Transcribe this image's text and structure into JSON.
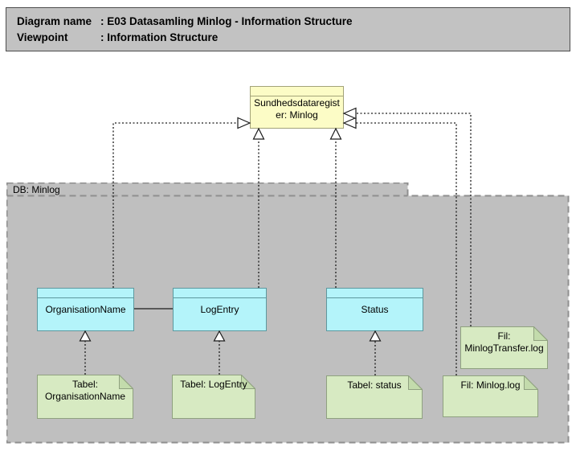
{
  "header": {
    "rows": [
      {
        "label": "Diagram name",
        "colon": ":",
        "value": "E03 Datasamling Minlog - Information Structure"
      },
      {
        "label": "Viewpoint",
        "colon": ":",
        "value": "Information Structure"
      }
    ]
  },
  "nodes": {
    "registry": {
      "label": "Sundhedsdataregister: Minlog"
    },
    "db_group": {
      "label": "DB: Minlog"
    },
    "organisation_name": {
      "label": "OrganisationName"
    },
    "log_entry": {
      "label": "LogEntry"
    },
    "status": {
      "label": "Status"
    },
    "tabel_organisation_name": {
      "label": "Tabel: OrganisationName"
    },
    "tabel_log_entry": {
      "label": "Tabel: LogEntry"
    },
    "tabel_status": {
      "label": "Tabel: status"
    },
    "fil_minlog_log": {
      "label": "Fil: Minlog.log"
    },
    "fil_minlog_transfer_log": {
      "label": "Fil: MinlogTransfer.log"
    }
  },
  "relationships": [
    {
      "from": "OrganisationName",
      "to": "Sundhedsdataregister: Minlog",
      "type": "realization"
    },
    {
      "from": "LogEntry",
      "to": "Sundhedsdataregister: Minlog",
      "type": "realization"
    },
    {
      "from": "Status",
      "to": "Sundhedsdataregister: Minlog",
      "type": "realization"
    },
    {
      "from": "Fil: Minlog.log",
      "to": "Sundhedsdataregister: Minlog",
      "type": "realization"
    },
    {
      "from": "Fil: MinlogTransfer.log",
      "to": "Sundhedsdataregister: Minlog",
      "type": "realization"
    },
    {
      "from": "Tabel: OrganisationName",
      "to": "OrganisationName",
      "type": "realization"
    },
    {
      "from": "Tabel: LogEntry",
      "to": "LogEntry",
      "type": "realization"
    },
    {
      "from": "Tabel: status",
      "to": "Status",
      "type": "realization"
    },
    {
      "from": "OrganisationName",
      "to": "LogEntry",
      "type": "association"
    }
  ],
  "colors": {
    "header_fill": "#c2c2c2",
    "group_fill": "#bfbfbf",
    "group_border": "#8f8f8f",
    "object_fill": "#fcfcc6",
    "object_border": "#a3a379",
    "entity_fill": "#b4f4fa",
    "entity_border": "#5d989e",
    "note_fill": "#d7eac2",
    "note_fold": "#c3dbac",
    "note_border": "#8fa17f",
    "connector": "#1a1a1a"
  }
}
